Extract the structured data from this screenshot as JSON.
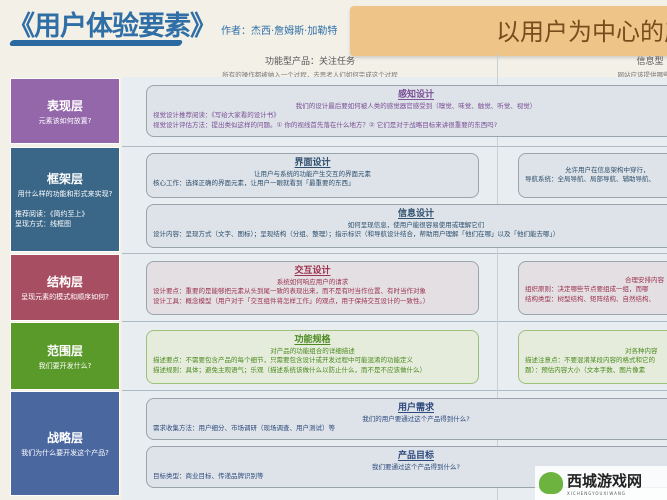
{
  "header": {
    "title": "《用户体验要素》",
    "author": "作者：杰西·詹姆斯·加勒特",
    "banner": "以用户为中心的产"
  },
  "columns": {
    "left": {
      "title": "功能型产品：关注任务",
      "subtitle": "所有的操作都被纳入一个过程，去思考人们如何完成这个过程"
    },
    "right": {
      "title": "信息型",
      "subtitle": "网站应该提供哪些信息"
    }
  },
  "layers": [
    {
      "name": "表现层",
      "question": "元素该如何放置?",
      "color": "#9467ab"
    },
    {
      "name": "框架层",
      "question": "用什么样的功能和形式来实现?",
      "extra1": "推荐阅读：《简约至上》",
      "extra2": "呈现方式：线框图",
      "color": "#3a6688"
    },
    {
      "name": "结构层",
      "question": "呈现元素的模式和顺序如何?",
      "color": "#a84e62"
    },
    {
      "name": "范围层",
      "question": "我们要开发什么?",
      "color": "#5a9a2a"
    },
    {
      "name": "战略层",
      "question": "我们为什么要开发这个产品?",
      "color": "#4a67a0"
    }
  ],
  "cards": {
    "sensory": {
      "title": "感知设计",
      "desc": "我们的设计最后要如何被人类的感觉器官感受到（嗅觉、味觉、触觉、听觉、视觉）",
      "l1": "视觉设计推荐阅读：《写给大家看的设计书》",
      "l2": "视觉设计评估方法：提出类似这样的问题。① 你的视线首先落在什么地方？② 它们是对于战略目标来讲很重要的东西吗?"
    },
    "interface": {
      "title": "界面设计",
      "desc": "让用户与系统的功能产生交互的界面元素",
      "l1": "核心工作：选择正确的界面元素，让用户一眼就看到「最重要的东西」"
    },
    "navigation": {
      "desc": "允许用户在信息架构中穿行，",
      "l1": "导航系统：全局导航、局部导航、辅助导航、"
    },
    "information": {
      "title": "信息设计",
      "desc": "如何呈现信息，使用户能很容易使用或理解它们",
      "l1": "设计内容：呈现方式（文字、图标）；呈现结构（分组、整理）；指示标识（和导航设计结合，帮助用户理解「他们在哪」以及「他们能去哪」）"
    },
    "interaction": {
      "title": "交互设计",
      "desc": "系统如何响应用户的请求",
      "l1": "设计要点：重要的是能够把元素从头到尾一致的表现出来，而不是有时当作位置、有时当作对象",
      "l2": "设计工具：概念模型（用户对于「交互组件将怎样工作」的观点，用于保持交互设计的一致性。）"
    },
    "architecture": {
      "desc": "合理安排内容",
      "l1": "组织原则：决定哪些节点要组成一组，而哪",
      "l2": "结构类型：树型结构、矩阵结构、自然结构、"
    },
    "functional": {
      "title": "功能规格",
      "desc": "对产品的功能组合的详细描述",
      "l1": "描述要点：不需要包含产品的每个细节，只需要包含设计或开发过程中可能混淆的功能定义",
      "l2": "描述规则：具体；避免主观语气；乐观（描述系统该做什么以防止什么，而不是不应该做什么）"
    },
    "content": {
      "desc": "对各种内容",
      "l1": "描述注意点：不要混淆某段内容的格式和它的",
      "l2": "题）：预估内容大小（文本字数、图片像素"
    },
    "userneeds": {
      "title": "用户需求",
      "desc": "我们的用户要通过这个产品得到什么?",
      "l1": "需求收集方法：用户细分、市场调研（现场调查、用户测试）等"
    },
    "goals": {
      "title": "产品目标",
      "desc": "我们要通过这个产品得到什么?",
      "l1": "目标类型：商业目标、传递品牌识别等"
    }
  },
  "watermark": {
    "text": "西城游戏网",
    "sub": "XICHENGYOUXIWANG"
  }
}
